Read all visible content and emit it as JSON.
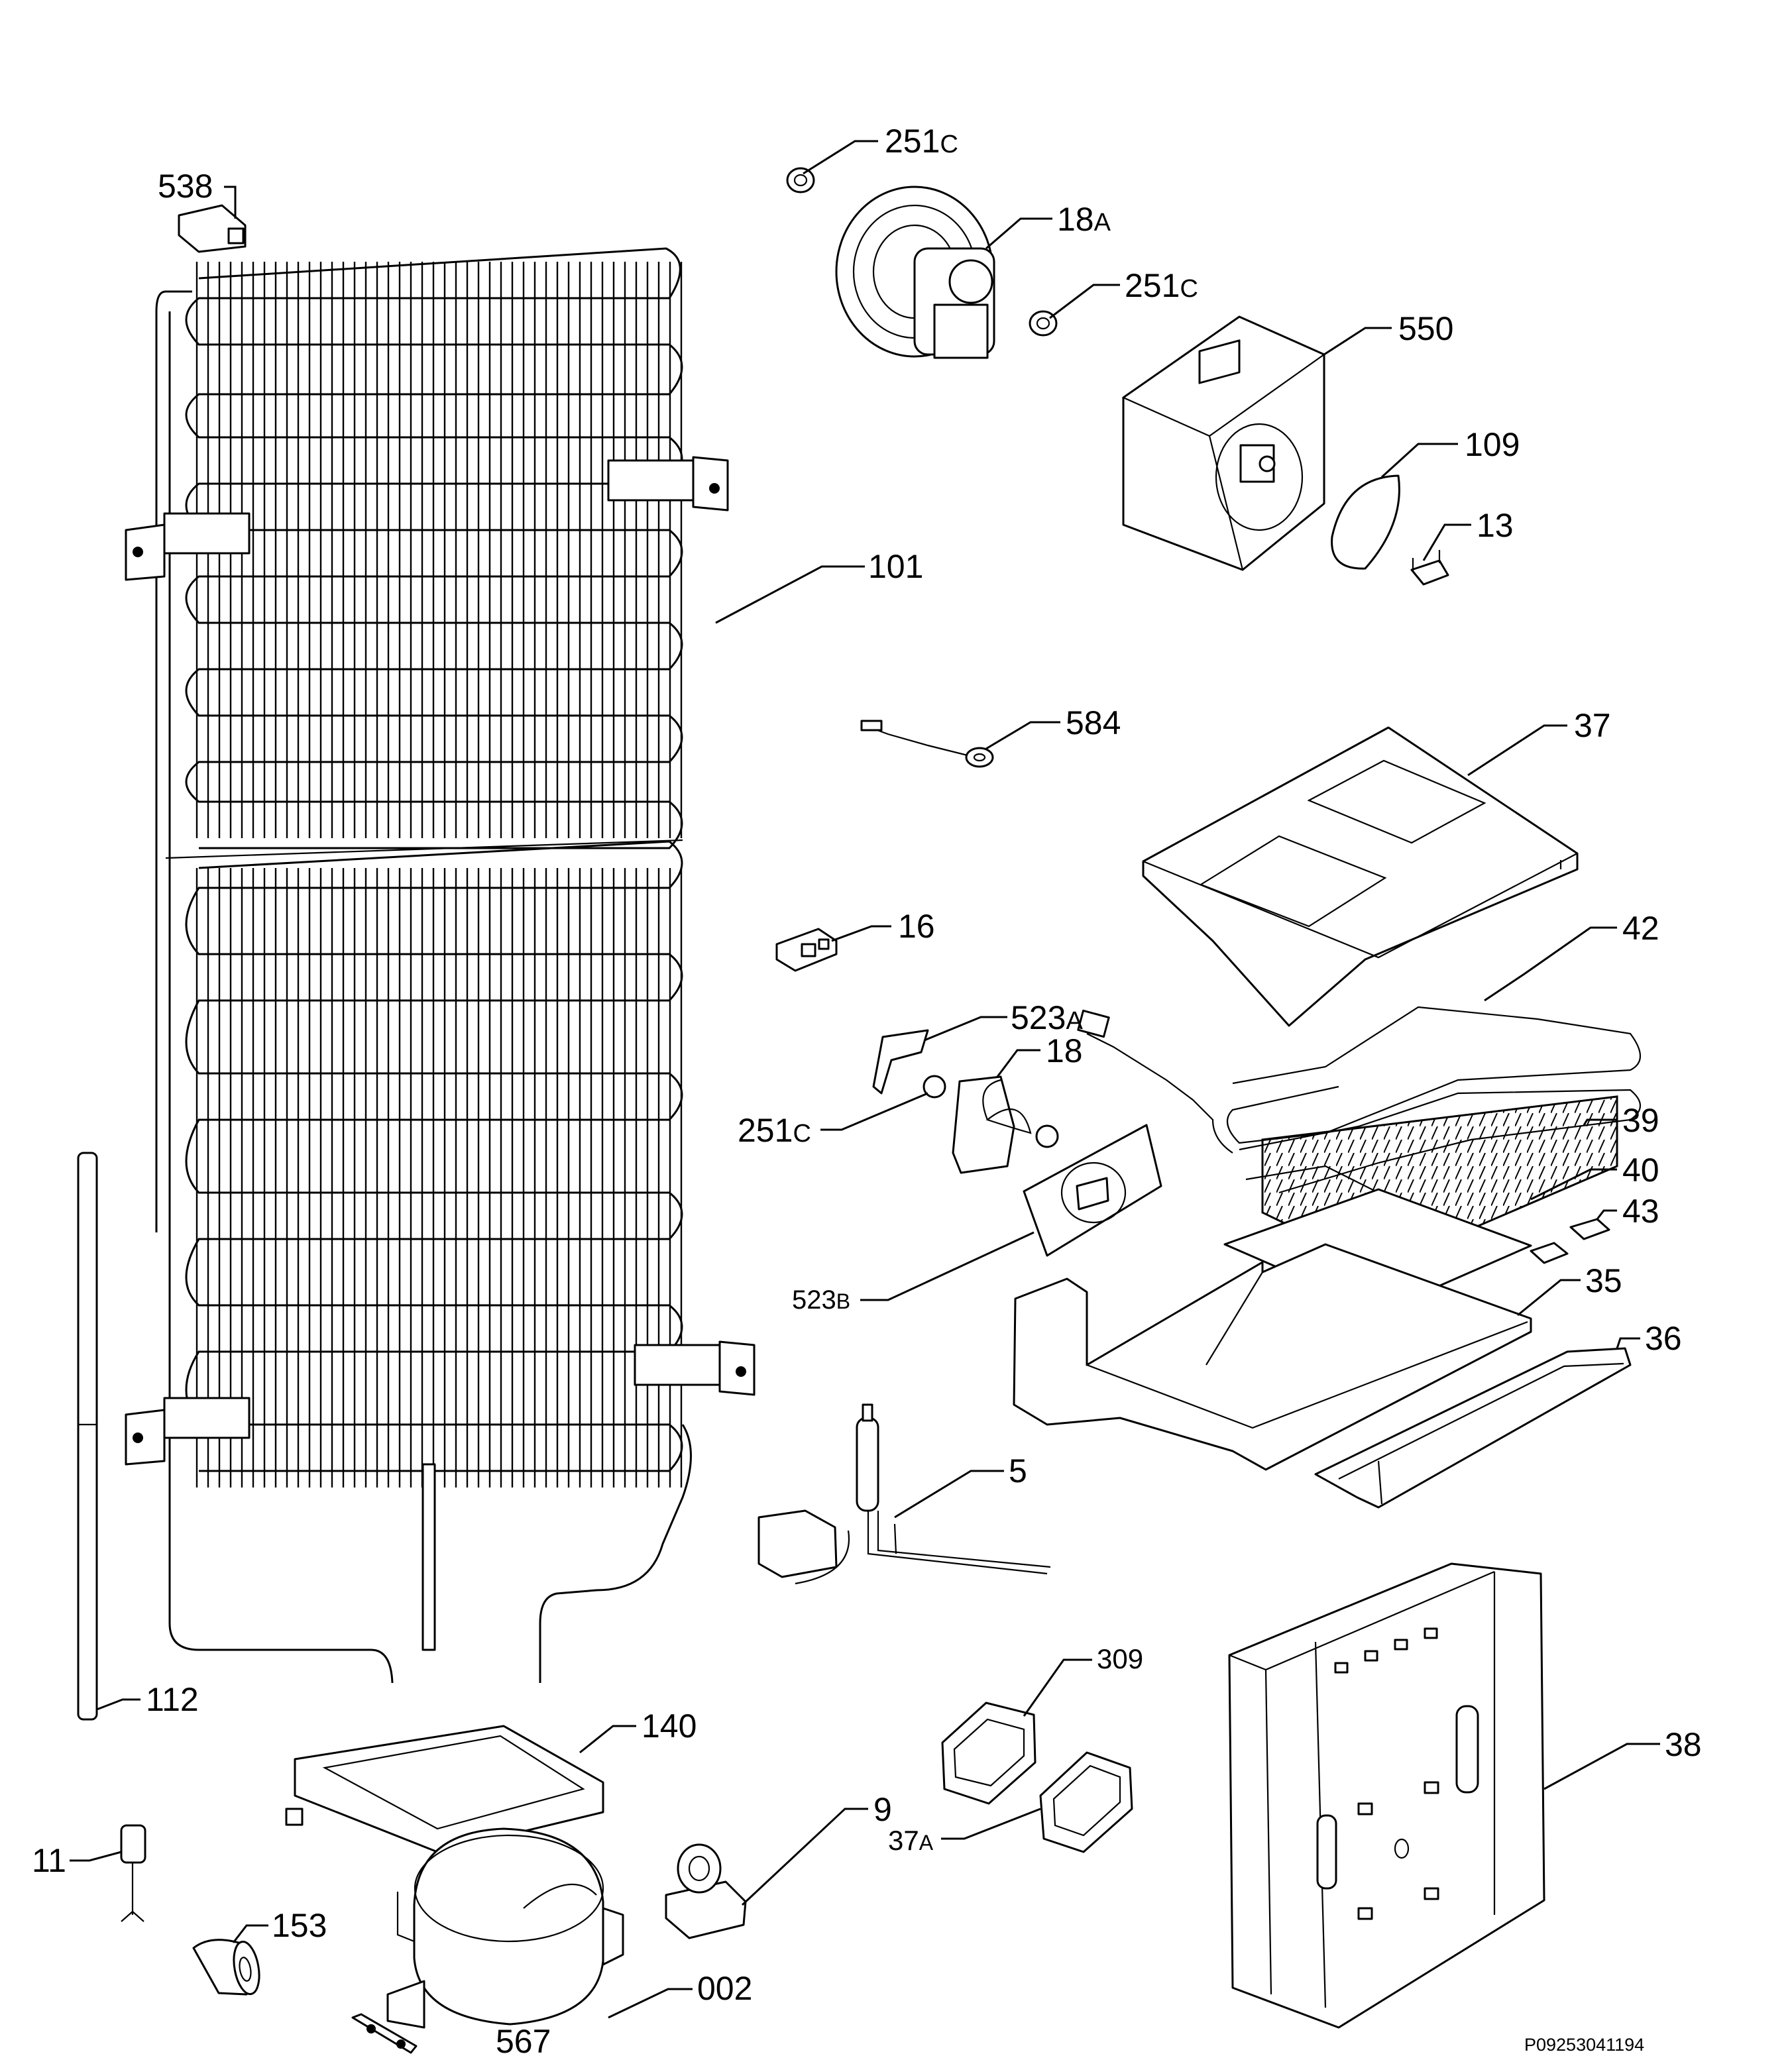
{
  "labels": [
    {
      "id": "538",
      "text": "538"
    },
    {
      "id": "251c-top",
      "num": "251",
      "suffix": "C"
    },
    {
      "id": "18a",
      "num": "18",
      "suffix": "A"
    },
    {
      "id": "251c-mid",
      "num": "251",
      "suffix": "C"
    },
    {
      "id": "550",
      "text": "550"
    },
    {
      "id": "109",
      "text": "109"
    },
    {
      "id": "13",
      "text": "13"
    },
    {
      "id": "101",
      "text": "101"
    },
    {
      "id": "584",
      "text": "584"
    },
    {
      "id": "37",
      "text": "37"
    },
    {
      "id": "42",
      "text": "42"
    },
    {
      "id": "16",
      "text": "16"
    },
    {
      "id": "523a",
      "num": "523",
      "suffix": "A"
    },
    {
      "id": "18",
      "text": "18"
    },
    {
      "id": "251c-low",
      "num": "251",
      "suffix": "C"
    },
    {
      "id": "39",
      "text": "39"
    },
    {
      "id": "40",
      "text": "40"
    },
    {
      "id": "43",
      "text": "43"
    },
    {
      "id": "523b",
      "num": "523",
      "suffix": "B"
    },
    {
      "id": "35",
      "text": "35"
    },
    {
      "id": "36",
      "text": "36"
    },
    {
      "id": "5",
      "text": "5"
    },
    {
      "id": "309",
      "text": "309"
    },
    {
      "id": "38",
      "text": "38"
    },
    {
      "id": "112",
      "text": "112"
    },
    {
      "id": "140",
      "text": "140"
    },
    {
      "id": "9",
      "text": "9"
    },
    {
      "id": "37a",
      "num": "37",
      "suffix": "A"
    },
    {
      "id": "11",
      "text": "11"
    },
    {
      "id": "153",
      "text": "153"
    },
    {
      "id": "002",
      "text": "002"
    },
    {
      "id": "567",
      "text": "567"
    }
  ],
  "footer_code": "P09253041194"
}
